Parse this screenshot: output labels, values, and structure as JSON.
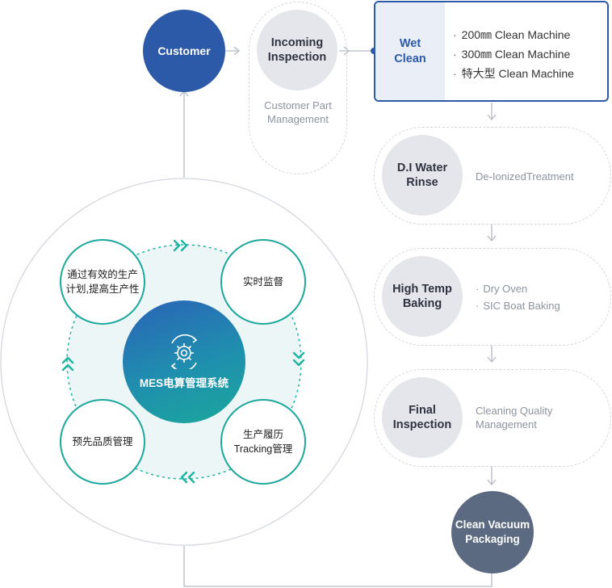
{
  "colors": {
    "customer": "#2c5aa8",
    "step_gray": "#e4e6ec",
    "wet_border": "#2c5aa8",
    "mes_gradient": [
      "#2a63b7",
      "#1aa89b"
    ],
    "teal_accent": "#1fb3a1",
    "packaging": "#5b6a80",
    "connector": "#b5bac4"
  },
  "customer": {
    "label": "Customer"
  },
  "incoming": {
    "label": "Incoming\nInspection",
    "desc": "Customer Part\nManagement"
  },
  "wet_clean": {
    "label": "Wet\nClean",
    "items": [
      "200㎜ Clean Machine",
      "300㎜ Clean Machine",
      "特大型 Clean Machine"
    ]
  },
  "di_water": {
    "label": "D.I Water\nRinse",
    "desc": "De-IonizedTreatment"
  },
  "high_temp": {
    "label": "High Temp\nBaking",
    "items": [
      "Dry Oven",
      "SIC Boat Baking"
    ]
  },
  "final_inspection": {
    "label": "Final\nInspection",
    "desc": "Cleaning Quality\nManagement"
  },
  "packaging": {
    "label": "Clean Vacuum\nPackaging"
  },
  "mes": {
    "center": "MES电算管理系统",
    "center_icon": "gear-cycle-icon",
    "top_left": "通过有效的生产\n计划,提高生产性",
    "top_right": "实时监督",
    "bottom_left": "预先品质管理",
    "bottom_right": "生产履历\nTracking管理"
  }
}
